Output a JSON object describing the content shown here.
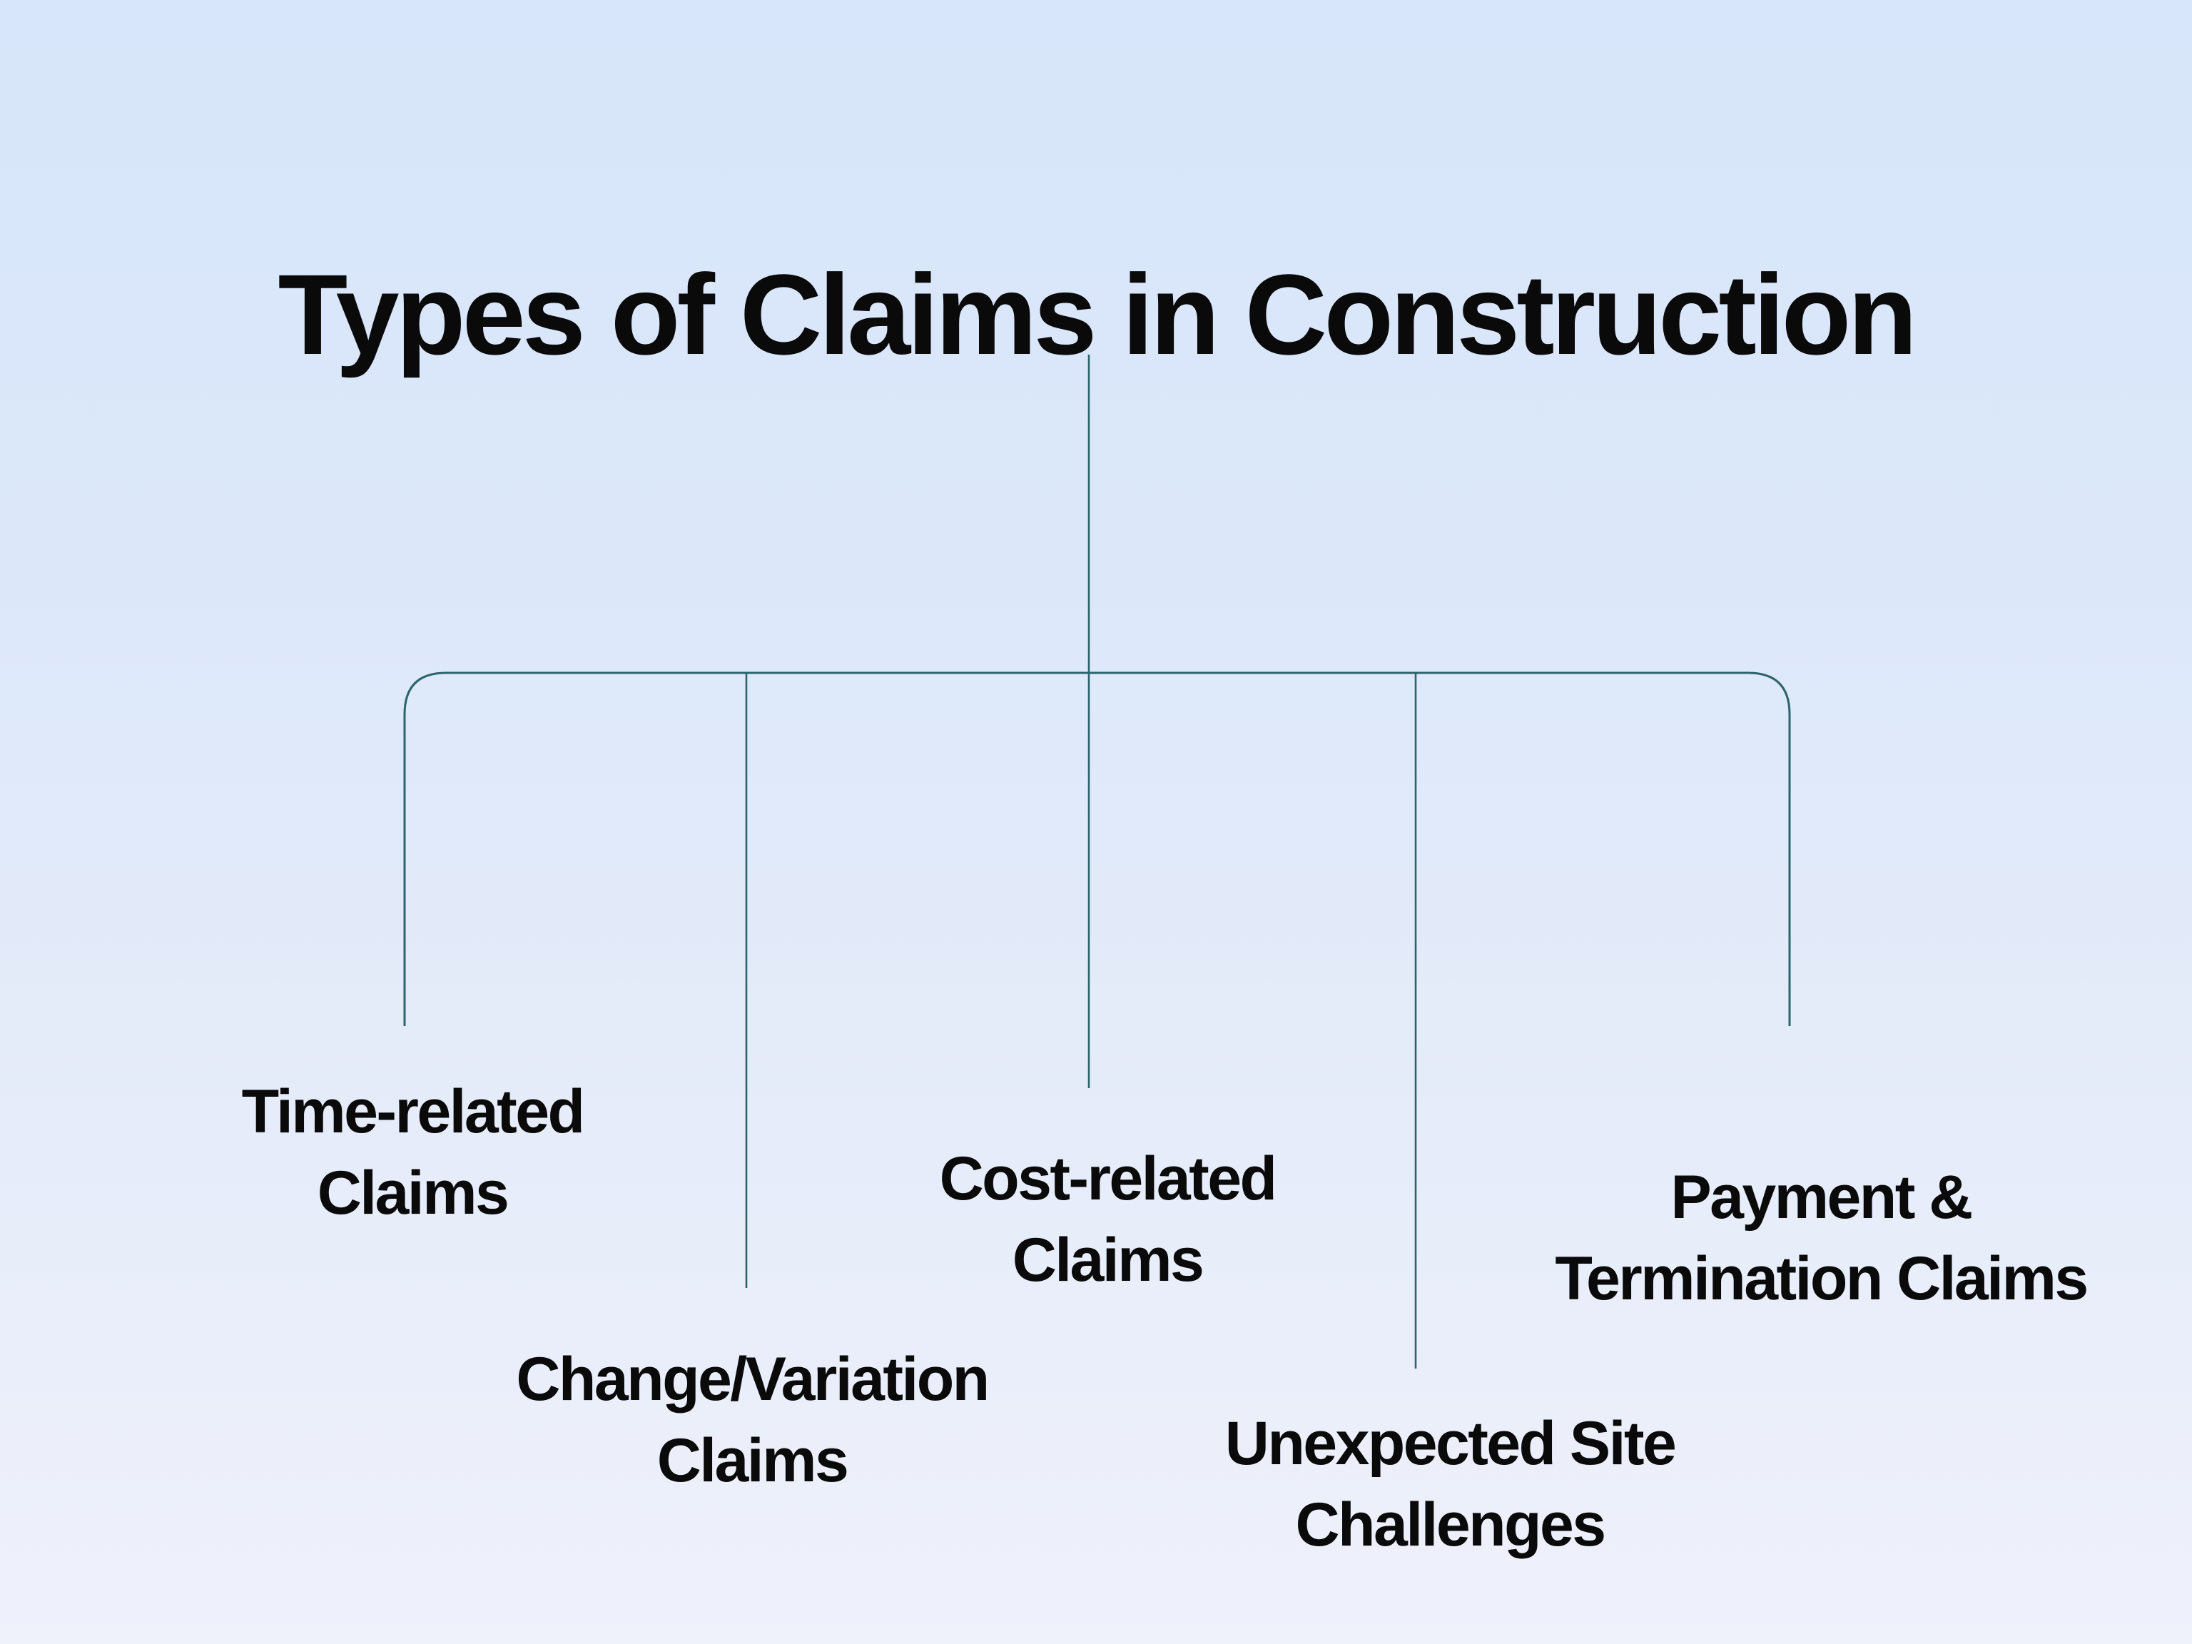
{
  "title": "Types of Claims in Construction",
  "colors": {
    "background_top": "#d7e6fa",
    "background_bottom": "#eff1fb",
    "connector": "#2d646c",
    "text": "#0a0a0b"
  },
  "diagram": {
    "type": "tree",
    "root_label": "Types of Claims in Construction",
    "nodes": [
      {
        "id": "time-related-claims",
        "line1": "Time-related",
        "line2": "Claims"
      },
      {
        "id": "change-variation-claims",
        "line1": "Change/Variation",
        "line2": "Claims"
      },
      {
        "id": "cost-related-claims",
        "line1": "Cost-related",
        "line2": "Claims"
      },
      {
        "id": "unexpected-site-challenges",
        "line1": "Unexpected Site",
        "line2": "Challenges"
      },
      {
        "id": "payment-termination-claims",
        "line1": "Payment &",
        "line2": "Termination Claims"
      }
    ]
  }
}
